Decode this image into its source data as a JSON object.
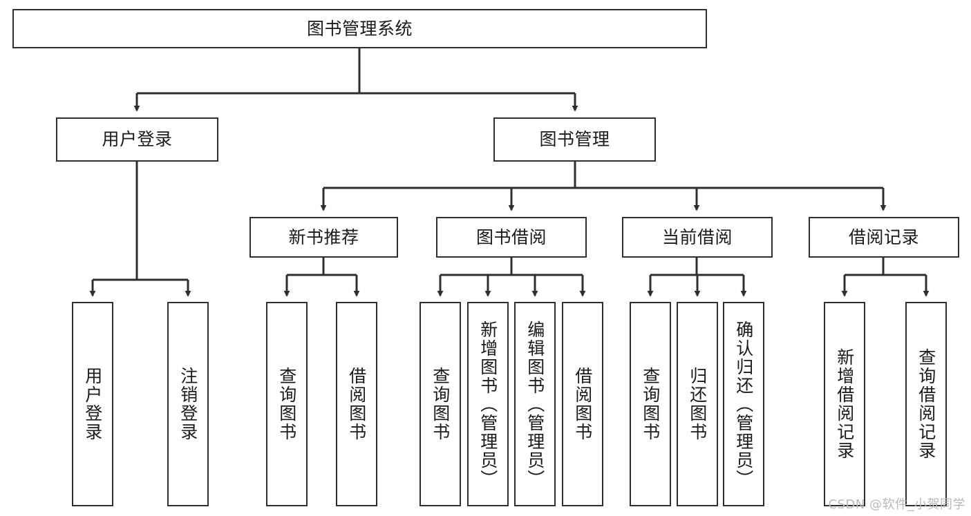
{
  "diagram": {
    "title": "图书管理系统",
    "type": "tree-hierarchy-diagram",
    "watermark": "CSDN @软件_小贺同学",
    "colors": {
      "box_border": "#2e2e2e",
      "box_fill": "#ffffff",
      "edge": "#2e2e2e",
      "text": "#1a1a1a",
      "watermark": "#b9b9b9",
      "background": "#ffffff"
    },
    "root": {
      "label": "图书管理系统"
    },
    "level2": [
      {
        "label": "用户登录"
      },
      {
        "label": "图书管理"
      }
    ],
    "level3": [
      {
        "label": "新书推荐"
      },
      {
        "label": "图书借阅"
      },
      {
        "label": "当前借阅"
      },
      {
        "label": "借阅记录"
      }
    ],
    "leaves": {
      "user_login": [
        {
          "label": "用户登录"
        },
        {
          "label": "注销登录"
        }
      ],
      "new_book_recommend": [
        {
          "label": "查询图书"
        },
        {
          "label": "借阅图书"
        }
      ],
      "book_borrow": [
        {
          "label": "查询图书"
        },
        {
          "label": "新增图书（管理员）"
        },
        {
          "label": "编辑图书（管理员）"
        },
        {
          "label": "借阅图书"
        }
      ],
      "current_borrow": [
        {
          "label": "查询图书"
        },
        {
          "label": "归还图书"
        },
        {
          "label": "确认归还（管理员）"
        }
      ],
      "borrow_record": [
        {
          "label": "新增借阅记录"
        },
        {
          "label": "查询借阅记录"
        }
      ]
    }
  }
}
